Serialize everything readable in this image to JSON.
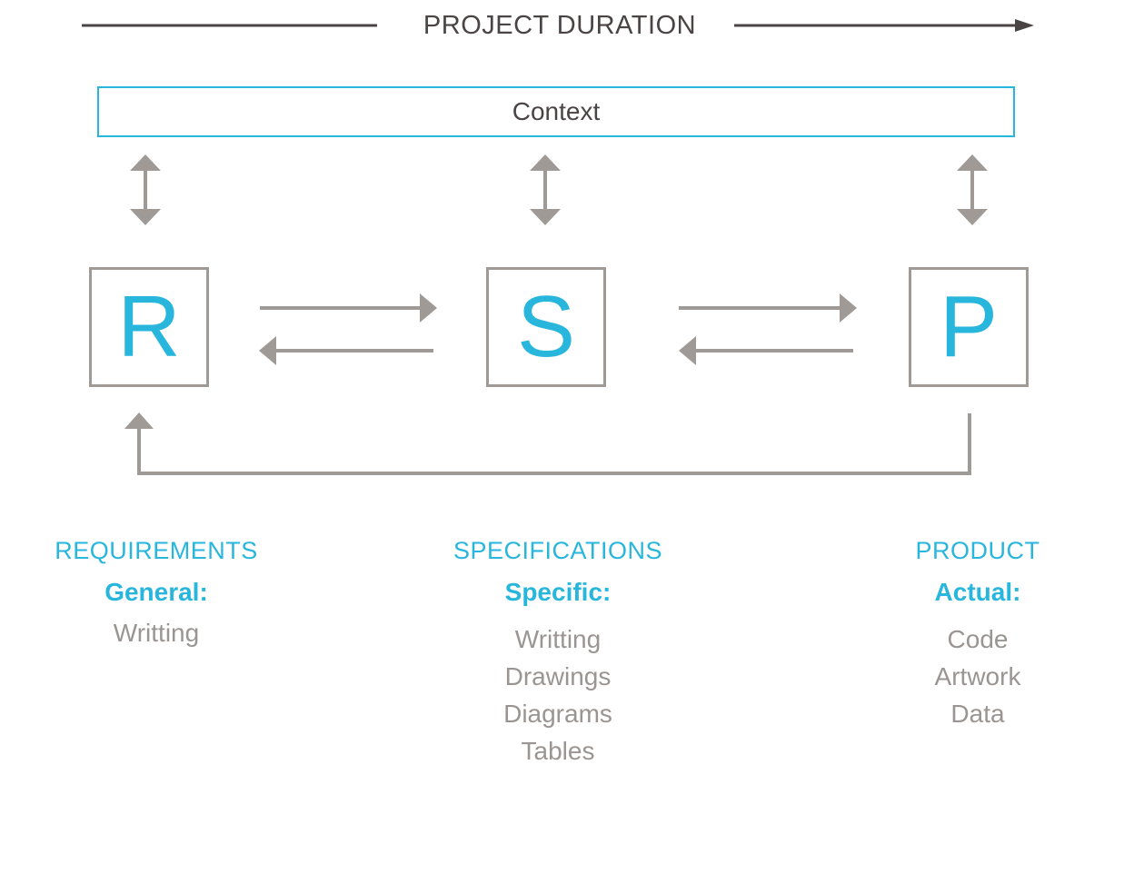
{
  "title": "PROJECT DURATION",
  "context": "Context",
  "nodes": {
    "r": "R",
    "s": "S",
    "p": "P"
  },
  "columns": {
    "requirements": {
      "heading": "REQUIREMENTS",
      "sub": "General:",
      "items": [
        "Writting"
      ]
    },
    "specifications": {
      "heading": "SPECIFICATIONS",
      "sub": "Specific:",
      "items": [
        "Writting",
        "Drawings",
        "Diagrams",
        "Tables"
      ]
    },
    "product": {
      "heading": "PRODUCT",
      "sub": "Actual:",
      "items": [
        "Code",
        "Artwork",
        "Data"
      ]
    }
  },
  "colors": {
    "accent": "#29b6dc",
    "arrow": "#a09a96",
    "title_line": "#4a4544",
    "item_text": "#9a9592"
  }
}
